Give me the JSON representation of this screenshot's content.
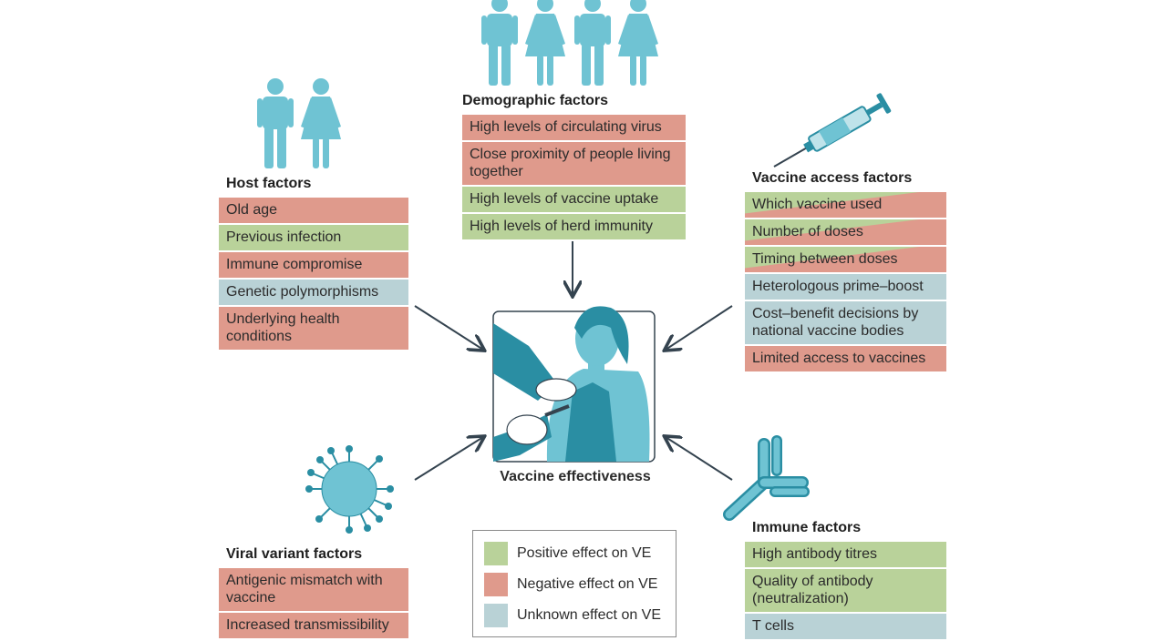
{
  "colors": {
    "positive": "#b9d29a",
    "negative": "#df9a8c",
    "unknown": "#b9d2d6",
    "figure": "#6fc3d3",
    "figure_dark": "#2a8ea3"
  },
  "demographic": {
    "heading": "Demographic factors",
    "items": [
      {
        "text": "High levels of circulating virus",
        "effect": "negative"
      },
      {
        "text": "Close proximity of people living together",
        "effect": "negative"
      },
      {
        "text": "High levels of vaccine uptake",
        "effect": "positive"
      },
      {
        "text": "High levels of herd immunity",
        "effect": "positive"
      }
    ]
  },
  "host": {
    "heading": "Host factors",
    "items": [
      {
        "text": "Old age",
        "effect": "negative"
      },
      {
        "text": "Previous infection",
        "effect": "positive"
      },
      {
        "text": "Immune compromise",
        "effect": "negative"
      },
      {
        "text": "Genetic polymorphisms",
        "effect": "unknown"
      },
      {
        "text": "Underlying health conditions",
        "effect": "negative"
      }
    ]
  },
  "vaccine_access": {
    "heading": "Vaccine access factors",
    "items": [
      {
        "text": "Which vaccine used",
        "effect": "mixed"
      },
      {
        "text": "Number of doses",
        "effect": "mixed"
      },
      {
        "text": "Timing between doses",
        "effect": "mixed"
      },
      {
        "text": "Heterologous prime–boost",
        "effect": "unknown"
      },
      {
        "text": "Cost–benefit decisions by national vaccine bodies",
        "effect": "unknown"
      },
      {
        "text": "Limited access to vaccines",
        "effect": "negative"
      }
    ]
  },
  "viral": {
    "heading": "Viral variant factors",
    "items": [
      {
        "text": "Antigenic mismatch with vaccine",
        "effect": "negative"
      },
      {
        "text": "Increased transmissibility",
        "effect": "negative"
      }
    ]
  },
  "immune": {
    "heading": "Immune factors",
    "items": [
      {
        "text": "High antibody titres",
        "effect": "positive"
      },
      {
        "text": "Quality of antibody (neutralization)",
        "effect": "positive"
      },
      {
        "text": "T cells",
        "effect": "unknown"
      }
    ]
  },
  "center": {
    "label": "Vaccine effectiveness"
  },
  "legend": {
    "positive": "Positive effect on VE",
    "negative": "Negative effect on VE",
    "unknown": "Unknown effect on VE"
  }
}
